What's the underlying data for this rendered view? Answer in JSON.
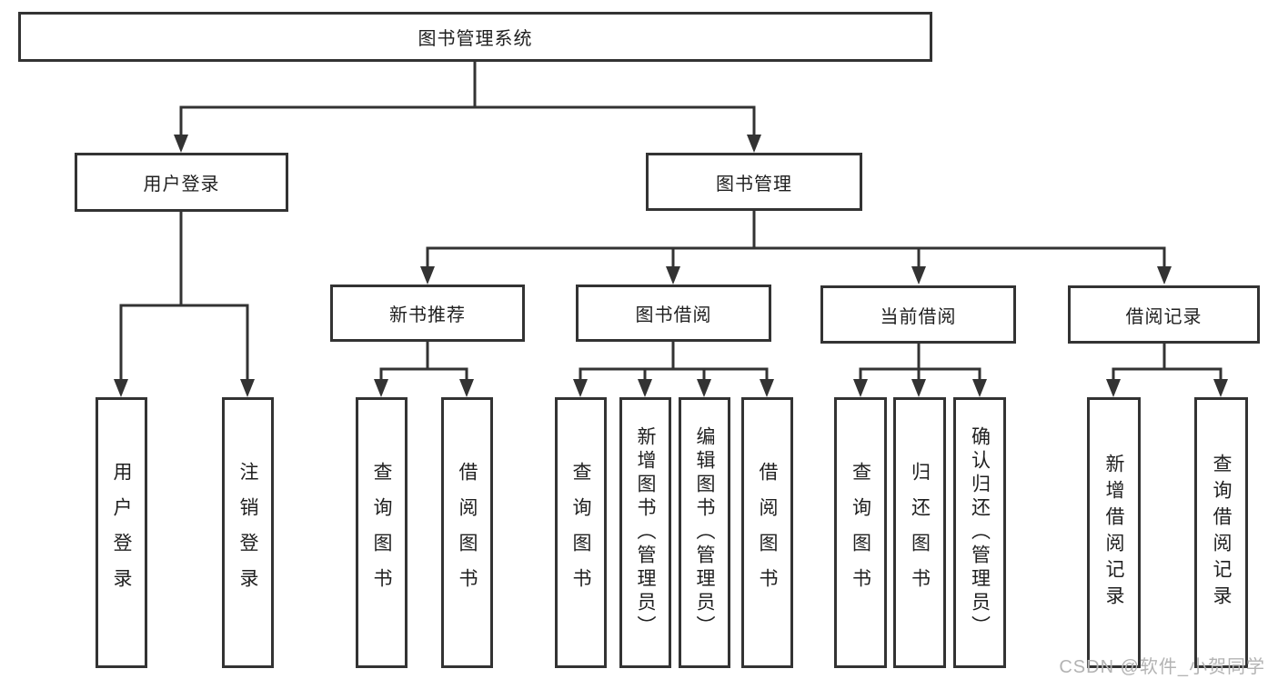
{
  "diagram_title": "图书管理系统",
  "watermark": "CSDN @软件_小贺同学",
  "colors": {
    "line": "#333333",
    "text": "#1f1f1f",
    "background": "#ffffff",
    "watermark": "#b3b3b3"
  },
  "nodes": [
    {
      "id": "root",
      "label": "图书管理系统"
    },
    {
      "id": "user-login-group",
      "label": "用户登录"
    },
    {
      "id": "book-management",
      "label": "图书管理"
    },
    {
      "id": "new-book-recommend",
      "label": "新书推荐"
    },
    {
      "id": "book-borrowing",
      "label": "图书借阅"
    },
    {
      "id": "current-borrowing",
      "label": "当前借阅"
    },
    {
      "id": "borrowing-records",
      "label": "借阅记录"
    },
    {
      "id": "user-login",
      "label": "用户登录"
    },
    {
      "id": "logout",
      "label": "注销登录"
    },
    {
      "id": "query-books-recommend",
      "label": "查询图书"
    },
    {
      "id": "borrow-books-recommend",
      "label": "借阅图书"
    },
    {
      "id": "query-books-borrow",
      "label": "查询图书"
    },
    {
      "id": "add-books-admin",
      "label": "新增图书（管理员）"
    },
    {
      "id": "edit-books-admin",
      "label": "编辑图书（管理员）"
    },
    {
      "id": "borrow-books",
      "label": "借阅图书"
    },
    {
      "id": "query-books-current",
      "label": "查询图书"
    },
    {
      "id": "return-books",
      "label": "归还图书"
    },
    {
      "id": "confirm-return-admin",
      "label": "确认归还（管理员）"
    },
    {
      "id": "add-borrow-record",
      "label": "新增借阅记录"
    },
    {
      "id": "query-borrow-record",
      "label": "查询借阅记录"
    }
  ],
  "edges": [
    {
      "from": "root",
      "to": "user-login-group"
    },
    {
      "from": "root",
      "to": "book-management"
    },
    {
      "from": "user-login-group",
      "to": "user-login"
    },
    {
      "from": "user-login-group",
      "to": "logout"
    },
    {
      "from": "book-management",
      "to": "new-book-recommend"
    },
    {
      "from": "book-management",
      "to": "book-borrowing"
    },
    {
      "from": "book-management",
      "to": "current-borrowing"
    },
    {
      "from": "book-management",
      "to": "borrowing-records"
    },
    {
      "from": "new-book-recommend",
      "to": "query-books-recommend"
    },
    {
      "from": "new-book-recommend",
      "to": "borrow-books-recommend"
    },
    {
      "from": "book-borrowing",
      "to": "query-books-borrow"
    },
    {
      "from": "book-borrowing",
      "to": "add-books-admin"
    },
    {
      "from": "book-borrowing",
      "to": "edit-books-admin"
    },
    {
      "from": "book-borrowing",
      "to": "borrow-books"
    },
    {
      "from": "current-borrowing",
      "to": "query-books-current"
    },
    {
      "from": "current-borrowing",
      "to": "return-books"
    },
    {
      "from": "current-borrowing",
      "to": "confirm-return-admin"
    },
    {
      "from": "borrowing-records",
      "to": "add-borrow-record"
    },
    {
      "from": "borrowing-records",
      "to": "query-borrow-record"
    }
  ]
}
